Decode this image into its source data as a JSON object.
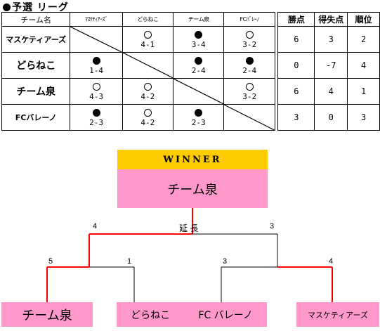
{
  "title": "予選 リーグ",
  "league": {
    "header": {
      "team_col": "チーム名",
      "teams": [
        "ﾏｽｹﾃｨｱｰｽﾞ",
        "どらねこ",
        "チーム泉",
        "FCﾊﾞﾚｰﾉ"
      ],
      "stats": [
        "勝点",
        "得失点",
        "順位"
      ]
    },
    "rows": [
      {
        "team": "マスケティアーズ",
        "results": [
          null,
          {
            "mark": "win",
            "score": "4-1"
          },
          {
            "mark": "lose",
            "score": "3-4"
          },
          {
            "mark": "win",
            "score": "3-2"
          }
        ],
        "points": "6",
        "diff": "3",
        "rank": "2"
      },
      {
        "team": "どらねこ",
        "results": [
          {
            "mark": "lose",
            "score": "1-4"
          },
          null,
          {
            "mark": "lose",
            "score": "2-4"
          },
          {
            "mark": "lose",
            "score": "2-4"
          }
        ],
        "points": "0",
        "diff": "-7",
        "rank": "4"
      },
      {
        "team": "チーム泉",
        "results": [
          {
            "mark": "win",
            "score": "4-3"
          },
          {
            "mark": "win",
            "score": "4-2"
          },
          null,
          {
            "mark": "win",
            "score": "3-2"
          }
        ],
        "points": "6",
        "diff": "4",
        "rank": "1"
      },
      {
        "team": "FCバレーノ",
        "results": [
          {
            "mark": "lose",
            "score": "2-3"
          },
          {
            "mark": "win",
            "score": "4-2"
          },
          {
            "mark": "lose",
            "score": "2-3"
          },
          null
        ],
        "points": "3",
        "diff": "0",
        "rank": "3"
      }
    ]
  },
  "tournament": {
    "winner_label": "WINNER",
    "champion": "チーム泉",
    "final": {
      "left_score": "4",
      "right_score": "3",
      "note": "延 長"
    },
    "semi_left": {
      "left_score": "5",
      "right_score": "1"
    },
    "semi_right": {
      "left_score": "3",
      "right_score": "4"
    },
    "teams": [
      "チーム泉",
      "どらねこ",
      "FC バレーノ",
      "マスケティアーズ"
    ],
    "colors": {
      "winner_bg": "#ffcc00",
      "team_bg": "#ff99cc",
      "win_line": "#ff0000"
    }
  }
}
